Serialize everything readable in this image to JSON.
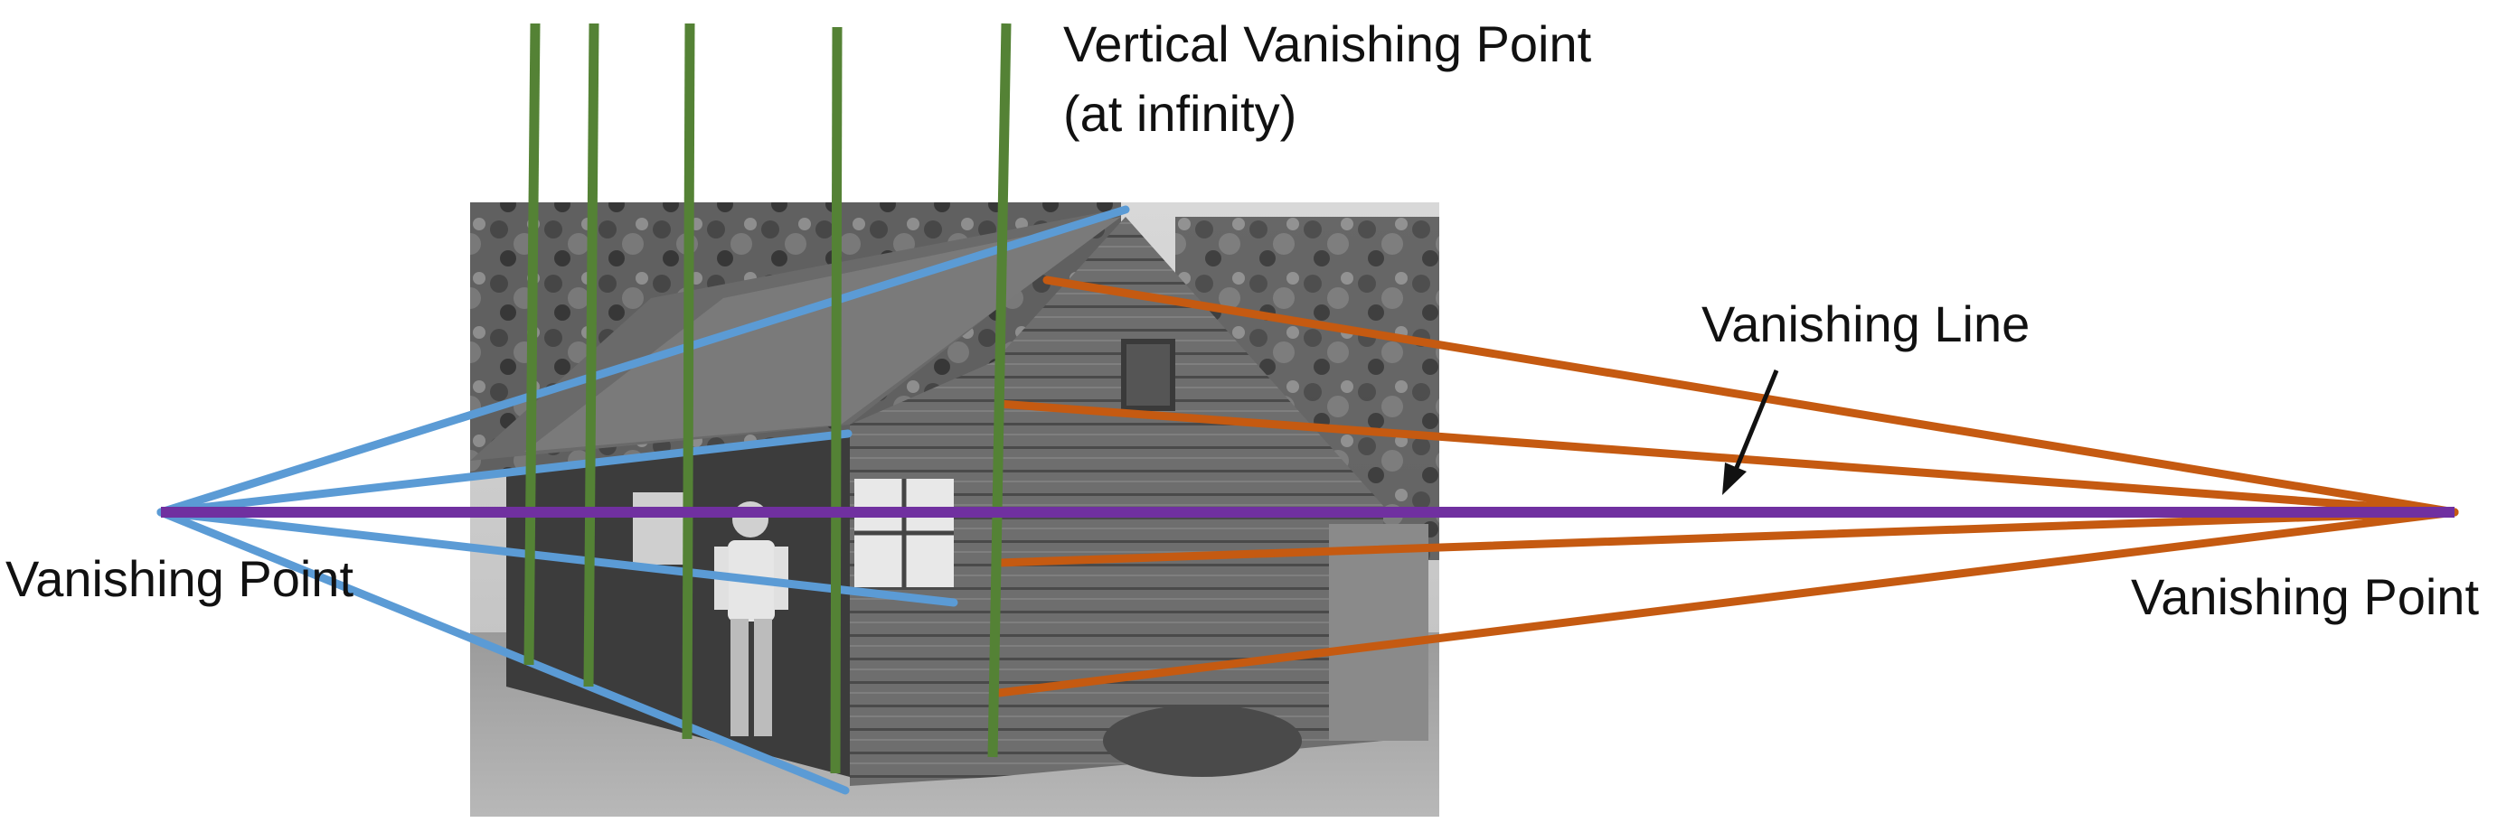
{
  "labels": {
    "vertical_vp_line1": "Vertical Vanishing Point",
    "vertical_vp_line2": "(at infinity)",
    "vanishing_line": "Vanishing Line",
    "vanishing_point_left": "Vanishing Point",
    "vanishing_point_right": "Vanishing Point"
  },
  "colors": {
    "vertical_lines": "#548235",
    "left_lines": "#5B9BD5",
    "right_lines": "#C55A11",
    "horizon": "#7030A0",
    "arrow": "#111111",
    "text": "#111111"
  },
  "photo": {
    "description_icon": "grayscale-house-photo"
  }
}
